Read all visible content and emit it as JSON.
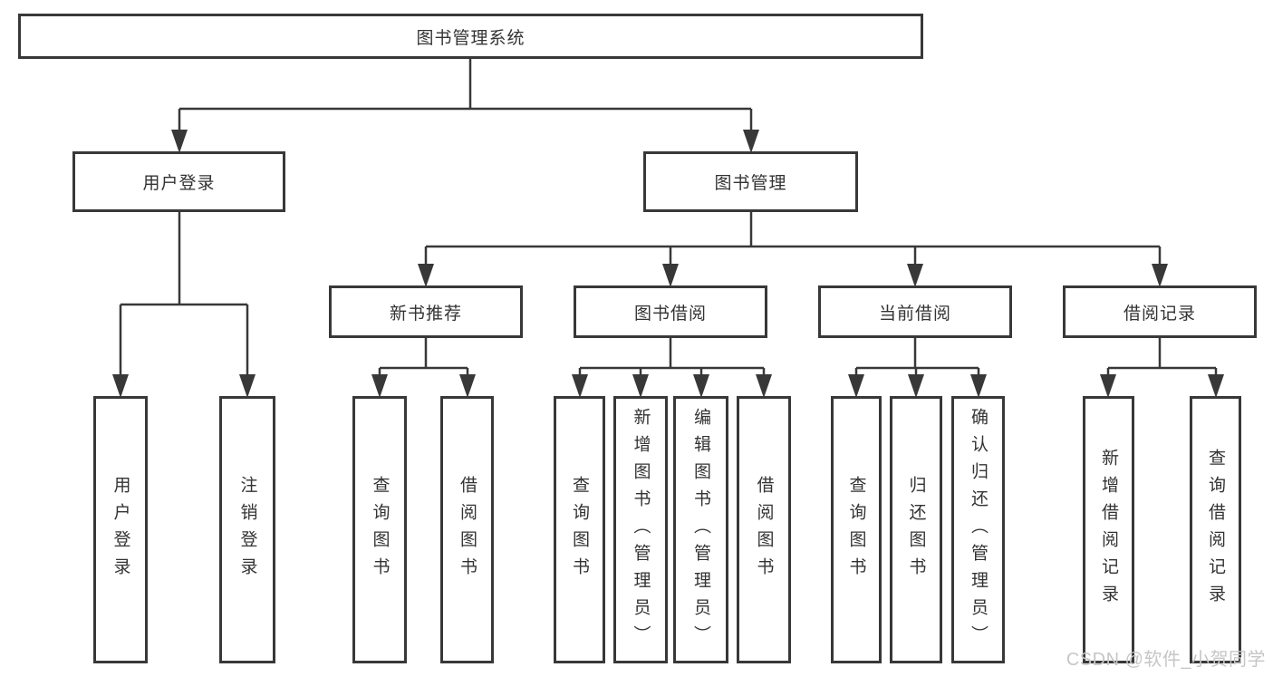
{
  "tree": {
    "label": "图书管理系统",
    "children": [
      {
        "label": "用户登录",
        "children": [
          {
            "label": "用户登录"
          },
          {
            "label": "注销登录"
          }
        ]
      },
      {
        "label": "图书管理",
        "children": [
          {
            "label": "新书推荐",
            "children": [
              {
                "label": "查询图书"
              },
              {
                "label": "借阅图书"
              }
            ]
          },
          {
            "label": "图书借阅",
            "children": [
              {
                "label": "查询图书"
              },
              {
                "label": "新增图书（管理员）"
              },
              {
                "label": "编辑图书（管理员）"
              },
              {
                "label": "借阅图书"
              }
            ]
          },
          {
            "label": "当前借阅",
            "children": [
              {
                "label": "查询图书"
              },
              {
                "label": "归还图书"
              },
              {
                "label": "确认归还（管理员）"
              }
            ]
          },
          {
            "label": "借阅记录",
            "children": [
              {
                "label": "新增借阅记录"
              },
              {
                "label": "查询借阅记录"
              }
            ]
          }
        ]
      }
    ]
  },
  "watermark": {
    "text": "CSDN @软件_小贺同学"
  },
  "colors": {
    "line": "#383838",
    "box_border": "#383838",
    "text": "#333333",
    "watermark": "#c6c6c6",
    "background": "#ffffff"
  }
}
